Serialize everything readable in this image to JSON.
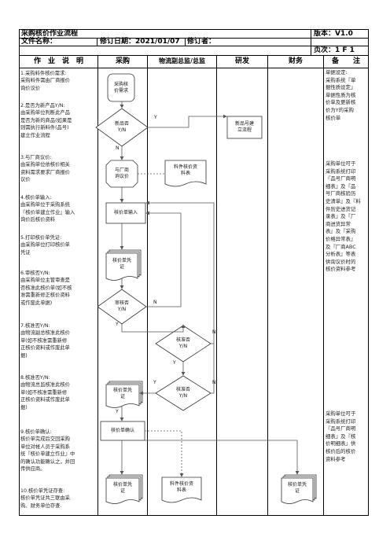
{
  "header": {
    "title": "采购核价作业流程",
    "file_name_label": "文件名称：",
    "version_label": "版本：V1.0",
    "revision_date_label": "修订日期：2021/01/07",
    "reviser_label": "修订者：",
    "page_label": "页次：1 F 1"
  },
  "columns": {
    "description": "作　业　说　明",
    "purchasing": "采购",
    "logistics": "物流副总监/总监",
    "rnd": "研发",
    "finance": "财务",
    "remarks": "备　　注"
  },
  "steps": [
    [
      "1.采购料件核价需求:",
      "采购料件需由厂商报价",
      "询价议价"
    ],
    [
      "2.是否为新产品Y/N:",
      "由采购单位判断此产品",
      "是否为新的商品(如果是",
      "则需执行新料件(品号)",
      "建立作业流程"
    ],
    [
      "3.与厂商议价:",
      "由采购单位依核价相关",
      "资料需求要求厂商报价",
      "议价"
    ],
    [
      "4.核价单输入:",
      "由采购单位于采购系统",
      "『核价单建立作业』输入",
      "询价后核价资料"
    ],
    [
      "5.打印核价单凭证:",
      "由采购单位打印核价单",
      "凭证"
    ],
    [
      "6.审核否Y/N:",
      "由采购单位主管审查是",
      "否核准此核价单(如不核",
      "准需重新修正核价资料",
      "或作废此单据)"
    ],
    [
      "7.核准否Y/N:",
      "由物流副总核准此核价",
      "单(如不核准需重新修",
      "正核价资料或作废此单",
      "据)"
    ],
    [
      "8.核准否Y/N:",
      "由物流总监核准此核价",
      "单(如不核准需重新修",
      "正核价资料或作废此单",
      "据)"
    ],
    [
      "9.核价单确认:",
      "核价单完成后交回采购",
      "单位对帐人员于采购系",
      "统『核价单建立作业』中",
      "的确认功能确认之，并回",
      "传供应商。"
    ],
    [
      "10.核价单凭证存查:",
      "核价单凭证共三联由采",
      "购、财务单位存查."
    ]
  ],
  "remarks": {
    "note1": [
      "单据设定:",
      "采购系统『单",
      "据性质设定』",
      "单据性质为核",
      "价单及更新核",
      "价为Y的采购",
      "核价单"
    ],
    "note2": [
      "采购单位可于",
      "采购系统打印",
      "『品号厂商明",
      "细表』及『品",
      "号厂商核验历",
      "史清单』及『料",
      "件历史进货记",
      "录表』及『厂",
      "商进货异常",
      "表』及『采购",
      "价格异常表』",
      "及『厂商ABC",
      "分析表』等表",
      "供询议价时的",
      "核价资料参考"
    ],
    "note3": [
      "采购单位可于",
      "采购系统打印",
      "『品号厂商明",
      "细表』及『核",
      "价明细表』供",
      "核价后的核价",
      "资料参考"
    ]
  },
  "flow": {
    "n1": "采购核\n价需求",
    "d1": "新品否\nY/N",
    "p_newitem": "新品号建\n立流程",
    "n3": "与厂商\n询议价",
    "doc_material1": "料件核价资\n料表",
    "n4": "核价单输入",
    "doc_voucher1": "核价单凭\n证",
    "d6": "审核否\nY/N",
    "d7": "核准否\nY/N",
    "doc_voucher2": "核价单凭\n证",
    "d8": "核准否\nY/N",
    "n9": "核价单确认",
    "doc_voucher3": "核价单凭\n证",
    "doc_material2": "料件核价资\n料表",
    "doc_voucher4": "核价单凭\n证",
    "yes": "Y",
    "no": "N"
  }
}
